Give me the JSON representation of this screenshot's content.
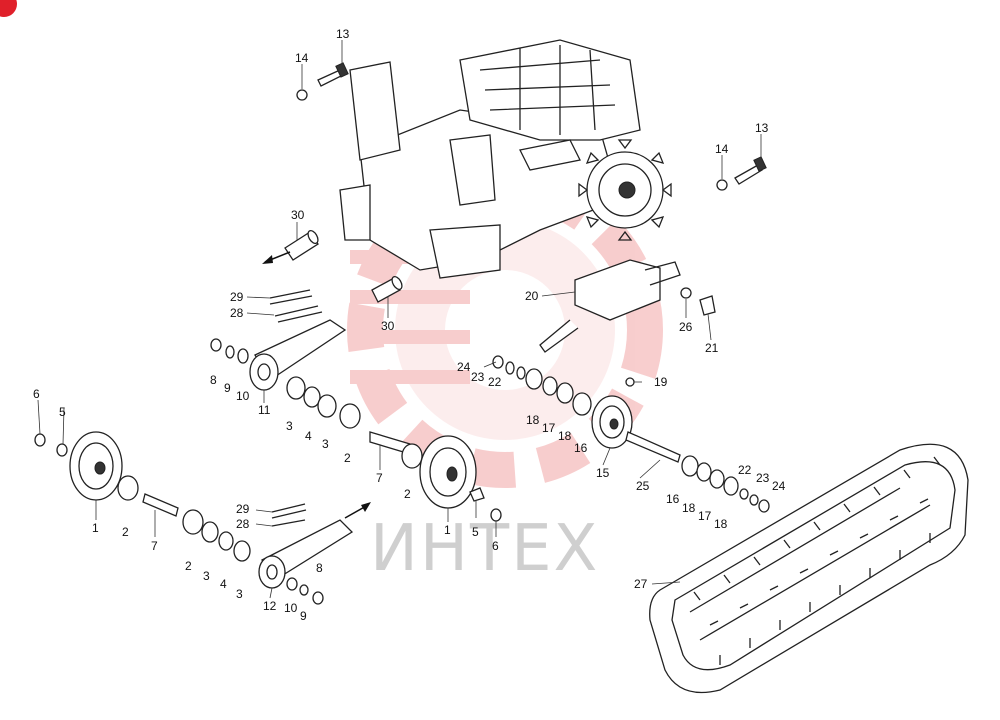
{
  "watermark": {
    "text": "ИНТЕХ",
    "color": "#f4b6b6"
  },
  "callouts": [
    {
      "id": "c13a",
      "text": "13"
    },
    {
      "id": "c14a",
      "text": "14"
    },
    {
      "id": "c13b",
      "text": "13"
    },
    {
      "id": "c14b",
      "text": "14"
    },
    {
      "id": "c30a",
      "text": "30"
    },
    {
      "id": "c30b",
      "text": "30"
    },
    {
      "id": "c29a",
      "text": "29"
    },
    {
      "id": "c28a",
      "text": "28"
    },
    {
      "id": "c20",
      "text": "20"
    },
    {
      "id": "c26",
      "text": "26"
    },
    {
      "id": "c21",
      "text": "21"
    },
    {
      "id": "c24a",
      "text": "24"
    },
    {
      "id": "c23a",
      "text": "23"
    },
    {
      "id": "c22a",
      "text": "22"
    },
    {
      "id": "c19",
      "text": "19"
    },
    {
      "id": "c8a",
      "text": "8"
    },
    {
      "id": "c9a",
      "text": "9"
    },
    {
      "id": "c10a",
      "text": "10"
    },
    {
      "id": "c11",
      "text": "11"
    },
    {
      "id": "c3a",
      "text": "3"
    },
    {
      "id": "c4a",
      "text": "4"
    },
    {
      "id": "c3b",
      "text": "3"
    },
    {
      "id": "c2a",
      "text": "2"
    },
    {
      "id": "c18a",
      "text": "18"
    },
    {
      "id": "c17a",
      "text": "17"
    },
    {
      "id": "c18b",
      "text": "18"
    },
    {
      "id": "c16a",
      "text": "16"
    },
    {
      "id": "c7a",
      "text": "7"
    },
    {
      "id": "c2b",
      "text": "2"
    },
    {
      "id": "c15",
      "text": "15"
    },
    {
      "id": "c6a",
      "text": "6"
    },
    {
      "id": "c5a",
      "text": "5"
    },
    {
      "id": "c1a",
      "text": "1"
    },
    {
      "id": "c2c",
      "text": "2"
    },
    {
      "id": "c7b",
      "text": "7"
    },
    {
      "id": "c29b",
      "text": "29"
    },
    {
      "id": "c28b",
      "text": "28"
    },
    {
      "id": "c1b",
      "text": "1"
    },
    {
      "id": "c5b",
      "text": "5"
    },
    {
      "id": "c6b",
      "text": "6"
    },
    {
      "id": "c25",
      "text": "25"
    },
    {
      "id": "c16b",
      "text": "16"
    },
    {
      "id": "c18c",
      "text": "18"
    },
    {
      "id": "c17b",
      "text": "17"
    },
    {
      "id": "c18d",
      "text": "18"
    },
    {
      "id": "c22b",
      "text": "22"
    },
    {
      "id": "c23b",
      "text": "23"
    },
    {
      "id": "c24b",
      "text": "24"
    },
    {
      "id": "c2d",
      "text": "2"
    },
    {
      "id": "c3c",
      "text": "3"
    },
    {
      "id": "c4b",
      "text": "4"
    },
    {
      "id": "c3d",
      "text": "3"
    },
    {
      "id": "c12",
      "text": "12"
    },
    {
      "id": "c10b",
      "text": "10"
    },
    {
      "id": "c9b",
      "text": "9"
    },
    {
      "id": "c8b",
      "text": "8"
    },
    {
      "id": "c27",
      "text": "27"
    }
  ]
}
